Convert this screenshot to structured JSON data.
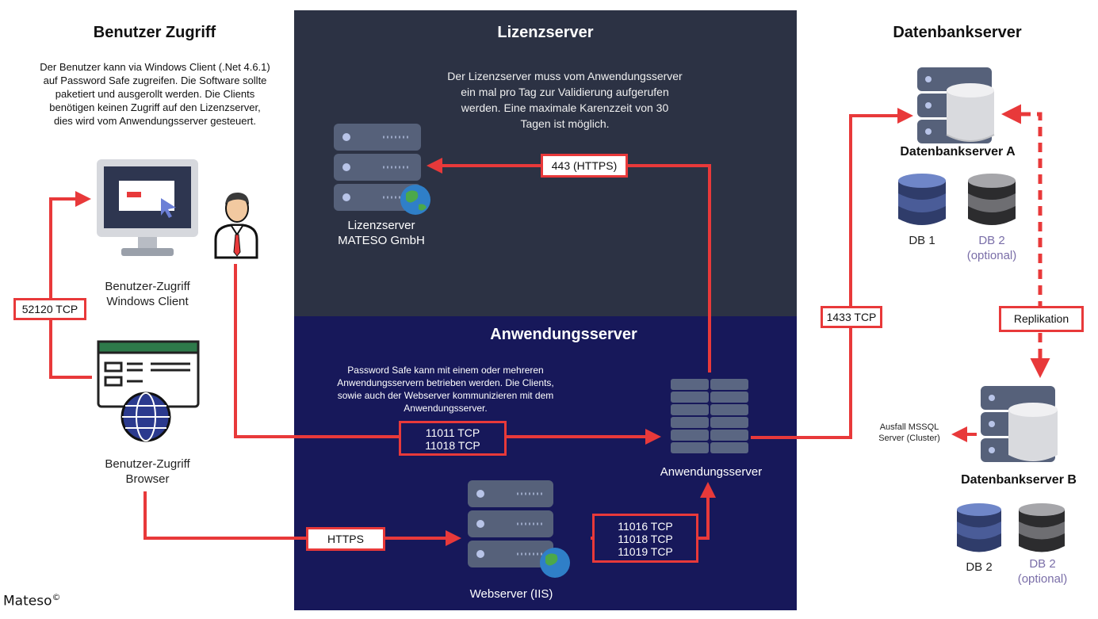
{
  "colors": {
    "license_panel": "#2c3244",
    "app_panel": "#17185a",
    "connector": "#e8393a",
    "server_body": "#56617a",
    "db_blue": "#5b6fa8",
    "db_gray": "#7d7d80"
  },
  "user_access": {
    "title": "Benutzer Zugriff",
    "description": [
      "Der Benutzer kann via Windows Client (.Net 4.6.1)",
      "auf Password Safe zugreifen. Die Software sollte",
      "paketiert und ausgerollt werden. Die Clients",
      "benötigen keinen Zugriff auf den Lizenzserver,",
      "dies wird vom Anwendungsserver gesteuert."
    ],
    "client_label": [
      "Benutzer-Zugriff",
      "Windows Client"
    ],
    "browser_label": [
      "Benutzer-Zugriff",
      "Browser"
    ],
    "client_port": "52120 TCP",
    "browser_protocol": "HTTPS",
    "icons": [
      "monitor-icon",
      "user-icon",
      "browser-window-icon",
      "globe-icon"
    ]
  },
  "license_server": {
    "title": "Lizenzserver",
    "description": [
      "Der Lizenzserver muss vom Anwendungsserver",
      "ein mal pro Tag zur Validierung aufgerufen",
      "werden. Eine maximale Karenzzeit von 30",
      "Tagen ist möglich."
    ],
    "server_label": [
      "Lizenzserver",
      "MATESO GmbH"
    ],
    "port": "443 (HTTPS)"
  },
  "app_server": {
    "title": "Anwendungsserver",
    "description": [
      "Password Safe kann mit einem oder mehreren",
      "Anwendungsservern betrieben werden. Die Clients,",
      "sowie auch der Webserver kommunizieren mit dem",
      "Anwendungsserver."
    ],
    "ports": [
      "11011 TCP",
      "11018 TCP"
    ],
    "server_label": "Anwendungsserver",
    "webserver_label": "Webserver (IIS)",
    "webserver_ports": [
      "11016 TCP",
      "11018 TCP",
      "11019 TCP"
    ]
  },
  "db_server": {
    "title": "Datenbankserver",
    "port": "1433 TCP",
    "server_a": "Datenbankserver A",
    "server_b": "Datenbankserver B",
    "db1": "DB 1",
    "db2": "DB 2",
    "db2_optional": [
      "DB 2",
      "(optional)"
    ],
    "replication": "Replikation",
    "failover": [
      "Ausfall MSSQL",
      "Server (Cluster)"
    ]
  },
  "footer": {
    "copyright": "Mateso",
    "symbol": "©"
  }
}
